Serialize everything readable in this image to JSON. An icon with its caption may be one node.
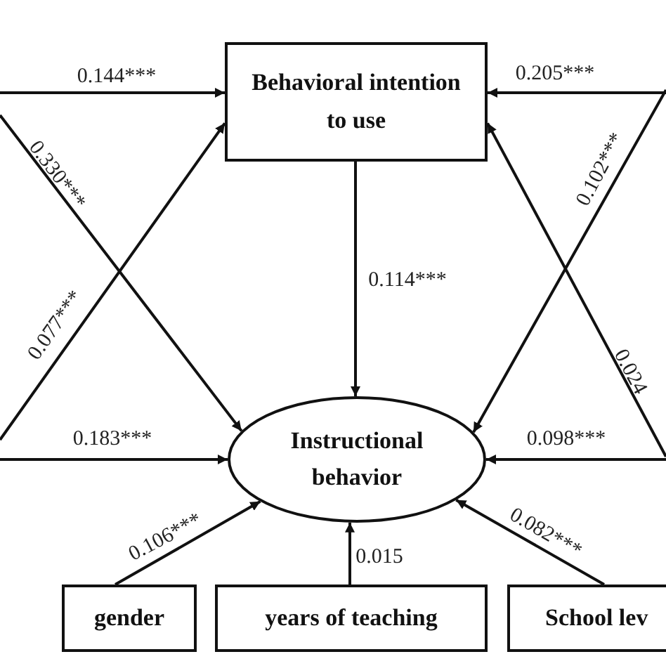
{
  "diagram": {
    "nodes": [
      {
        "text": [
          "Behavioral intention to use"
        ]
      },
      {
        "text": [
          "Instructional behavior"
        ]
      },
      {
        "text": [
          "gender"
        ]
      },
      {
        "text": [
          "years of teaching"
        ]
      },
      {
        "text": [
          "School lev"
        ]
      }
    ],
    "edges": [
      {
        "from": null,
        "to": 0,
        "arrow": "to",
        "label": "0.144***"
      },
      {
        "from": null,
        "to": 1,
        "arrow": "to",
        "label": "0.330***"
      },
      {
        "from": null,
        "to": 0,
        "arrow": "to",
        "label": "0.077***"
      },
      {
        "from": null,
        "to": 1,
        "arrow": "to",
        "label": "0.183***"
      },
      {
        "from": null,
        "to": 0,
        "arrow": "to",
        "label": "0.205***"
      },
      {
        "from": null,
        "to": 1,
        "arrow": "to",
        "label": "0.102***"
      },
      {
        "from": null,
        "to": 0,
        "arrow": "to",
        "label": "0.024"
      },
      {
        "from": null,
        "to": 1,
        "arrow": "to",
        "label": "0.098***"
      },
      {
        "from": 0,
        "to": 1,
        "arrow": "to",
        "label": "0.114***"
      },
      {
        "from": 2,
        "to": 1,
        "arrow": "to",
        "label": "0.106***"
      },
      {
        "from": 3,
        "to": 1,
        "arrow": "to",
        "label": "0.015"
      },
      {
        "from": 4,
        "to": 1,
        "arrow": "to",
        "label": "0.082***"
      }
    ]
  }
}
